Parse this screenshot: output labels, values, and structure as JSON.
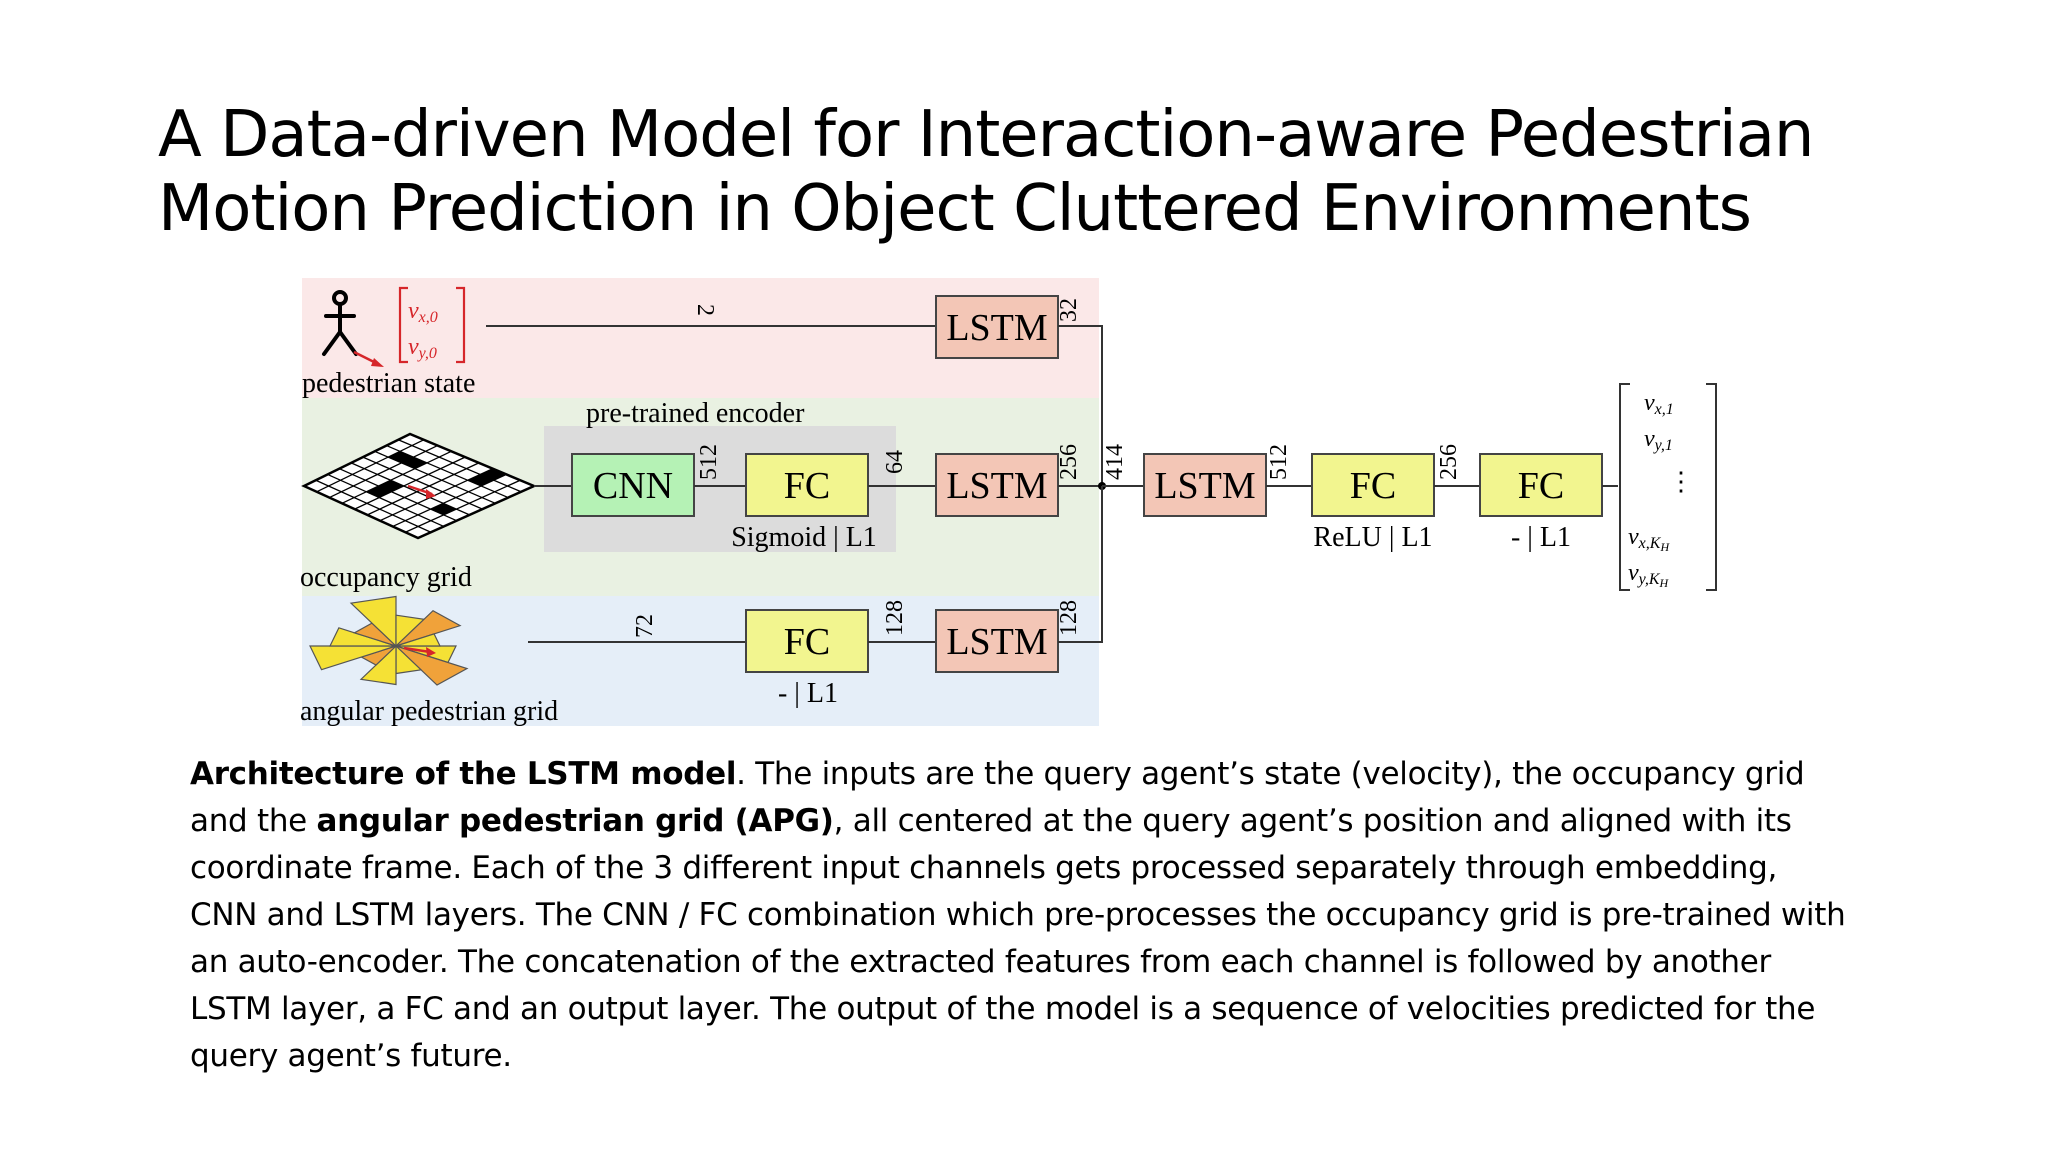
{
  "slide": {
    "title_line1": "A Data-driven Model for Interaction-aware Pedestrian",
    "title_line2": "Motion Prediction in Object Cluttered Environments"
  },
  "diagram": {
    "inputs": {
      "pedestrian_state": "pedestrian state",
      "occupancy_grid": "occupancy grid",
      "angular_grid": "angular pedestrian grid"
    },
    "input_vector": [
      "v",
      "x,0",
      "v",
      "y,0"
    ],
    "encoder_label": "pre-trained encoder",
    "blocks": {
      "cnn": "CNN",
      "fc": "FC",
      "lstm": "LSTM"
    },
    "activations": {
      "encoder_fc": "Sigmoid | L1",
      "apg_fc": "- | L1",
      "post_fc1": "ReLU | L1",
      "post_fc2": "- | L1"
    },
    "dims": {
      "ped_in": "2",
      "ped_lstm_out": "32",
      "cnn_out": "512",
      "enc_fc_out": "64",
      "occ_lstm_out": "256",
      "apg_in": "72",
      "apg_fc_out": "128",
      "apg_lstm_out": "128",
      "concat": "414",
      "lstm_out": "512",
      "fc1_out": "256"
    },
    "output_vector": {
      "r1": [
        "v",
        "x,1"
      ],
      "r2": [
        "v",
        "y,1"
      ],
      "r3": "⋮",
      "r4": [
        "v",
        "x,K",
        "H"
      ],
      "r5": [
        "v",
        "y,K",
        "H"
      ]
    },
    "colors": {
      "ped_band": "#fbe8e8",
      "occ_band": "#e9f1e2",
      "apg_band": "#e5eef8",
      "encoder_bg": "#dcdcdc",
      "lstm_fill": "#f3c6b6",
      "fc_fill": "#f2f58f",
      "cnn_fill": "#b5f2b5",
      "red": "#d6262a",
      "apg_yellow": "#f5e135",
      "apg_orange": "#f0a23a"
    }
  },
  "caption": {
    "b1": "Architecture of the LSTM model",
    "t1": ". The inputs are the query agent’s state (velocity), the occupancy grid and the ",
    "b2": "angular pedestrian grid (APG)",
    "t2": ", all centered at the query agent’s position and aligned with its coordinate frame. Each of the 3 different input channels gets processed separately through embedding, CNN and LSTM layers. The CNN / FC combination which pre-processes the occupancy grid is pre-trained with an auto-encoder. The concatenation of the extracted features from each channel is followed by another LSTM layer, a FC and an output layer. The output of the model is a sequence of velocities predicted for the query agent’s future."
  }
}
